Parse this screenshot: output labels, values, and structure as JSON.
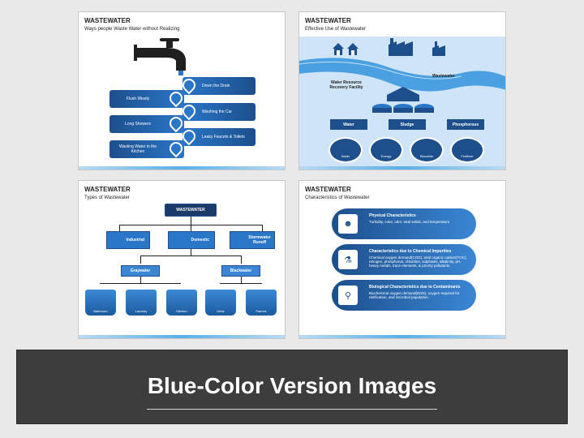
{
  "slides": [
    {
      "title": "WASTEWATER",
      "subtitle": "Ways people Waste Water without Realizing",
      "left_items": [
        "Flush Wisely",
        "Long Showers",
        "Wasting Water in the Kitchen"
      ],
      "right_items": [
        "Down the Drain",
        "Washing the Car",
        "Leaky Faucets & Toilets"
      ]
    },
    {
      "title": "WASTEWATER",
      "subtitle": "Effective Use of Wastewater",
      "facility": "Water Resource Recovery Facility",
      "stream": "Wastewater",
      "outputs": [
        "Water",
        "Sludge",
        "Phosphorous"
      ],
      "uses": [
        "Water",
        "Energy",
        "Biosolids",
        "Fertilizer"
      ]
    },
    {
      "title": "WASTEWATER",
      "subtitle": "Types of Wastewater",
      "root": "WASTEWATER",
      "types": [
        "Industrial",
        "Domestic",
        "Stormwater Runoff"
      ],
      "domestic_types": [
        "Graywater",
        "Blackwater"
      ],
      "sources": [
        "Bathroom",
        "Laundry",
        "Kitchen",
        "Urine",
        "Faeces"
      ]
    },
    {
      "title": "WASTEWATER",
      "subtitle": "Characteristics of Wastewater",
      "items": [
        {
          "heading": "Physical Characteristics",
          "text": "Turbidity, color, odor, total solids, and temperature"
        },
        {
          "heading": "Characteristics due to Chemical Impurities",
          "text": "Chemical oxygen demand(COD), total organic carbon(TOC), nitrogen, phosphorus, chlorides, sulphates, alkalinity, pH, heavy metals, trace elements, & priority pollutants."
        },
        {
          "heading": "Biological Characteristics due to Contaminants",
          "text": "Biochemical oxygen demand(BOD), oxygen required for nitrification, and microbial population."
        }
      ]
    }
  ],
  "banner": {
    "text": "Blue-Color Version Images"
  },
  "colors": {
    "primary": "#1c4f8c",
    "accent": "#2a76c8",
    "banner_bg": "#3d3d3d"
  }
}
